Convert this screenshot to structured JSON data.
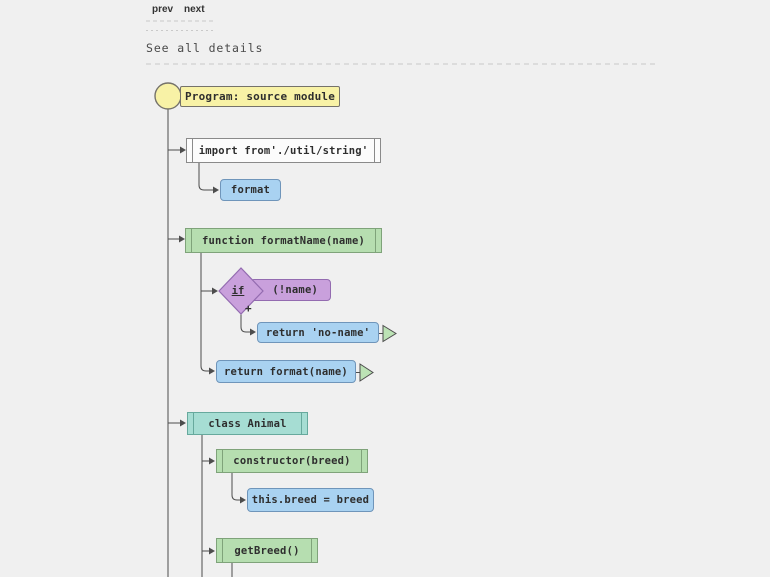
{
  "nav": {
    "prev": "prev",
    "next": "next"
  },
  "heading": "See all details",
  "flowchart": {
    "program": "Program: source module",
    "import_statement": "import from'./util/string'",
    "import_specifier": "format",
    "function_declaration": "function formatName(name)",
    "if_keyword": "if",
    "if_condition": "(!name)",
    "if_branch_marker": "+",
    "return_no_name": "return 'no-name'",
    "return_format": "return format(name)",
    "class_declaration": "class Animal",
    "constructor_method": "constructor(breed)",
    "assignment": "this.breed = breed",
    "method": "getBreed()"
  },
  "colors": {
    "background": "#f0f0f0",
    "module": "#f8f2a6",
    "module_border": "#75726a",
    "statement": "#fcfcfc",
    "statement_border": "#8a8a8a",
    "value": "#a9d2f1",
    "value_border": "#6f95ba",
    "function": "#b6deb0",
    "function_border": "#7fa37a",
    "conditional": "#c9a0dc",
    "conditional_border": "#936bb0",
    "class": "#a6ddd3",
    "class_border": "#67a99d",
    "return_arrow": "#bce3b5",
    "wire": "#4d4d4d",
    "text": "#2e2e2e",
    "rule": "#c9c9c9"
  }
}
